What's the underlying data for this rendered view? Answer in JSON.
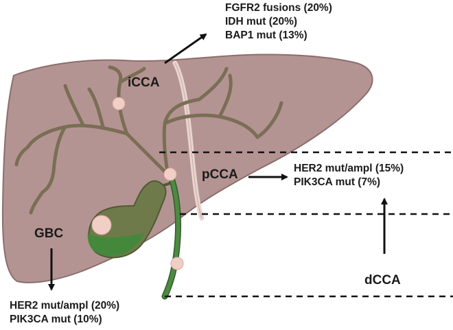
{
  "labels": {
    "icca": "iCCA",
    "pcca": "pCCA",
    "gbc": "GBC",
    "dcca": "dCCA"
  },
  "annotations": {
    "icca": [
      "FGFR2 fusions (20%)",
      "IDH mut (20%)",
      "BAP1 mut (13%)"
    ],
    "pcca": [
      "HER2 mut/ampl (15%)",
      "PIK3CA mut (7%)"
    ],
    "gbc": [
      "HER2 mut/ampl (20%)",
      "PIK3CA mut (10%)"
    ]
  },
  "colors": {
    "liver_fill": "#b49492",
    "liver_edge": "#8a6e6c",
    "bile_duct": "#7a6e55",
    "gallbladder": "#6e7a4a",
    "bile": "#3f8a3a",
    "common_duct": "#4e8a42",
    "ligament": "#e9d6d0",
    "tumor": "#f2cfc6",
    "arrow": "#111111",
    "divider": "#111111"
  }
}
